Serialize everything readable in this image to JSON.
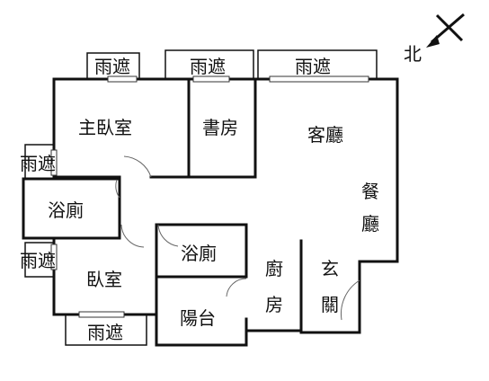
{
  "compass": {
    "label": "北",
    "icon": "north-arrow-icon"
  },
  "rooms": {
    "master_bedroom": "主臥室",
    "study": "書房",
    "living_room": "客廳",
    "dining_room": [
      "餐",
      "廳"
    ],
    "bathroom_left": "浴廁",
    "bathroom_center": "浴廁",
    "bedroom": "臥室",
    "kitchen": [
      "廚",
      "房"
    ],
    "entrance": [
      "玄",
      "關"
    ],
    "balcony": "陽台"
  },
  "awnings": {
    "top_left": "雨遮",
    "top_middle": "雨遮",
    "top_right": "雨遮",
    "left_upper": "雨遮",
    "left_lower": "雨遮",
    "bottom": "雨遮"
  }
}
